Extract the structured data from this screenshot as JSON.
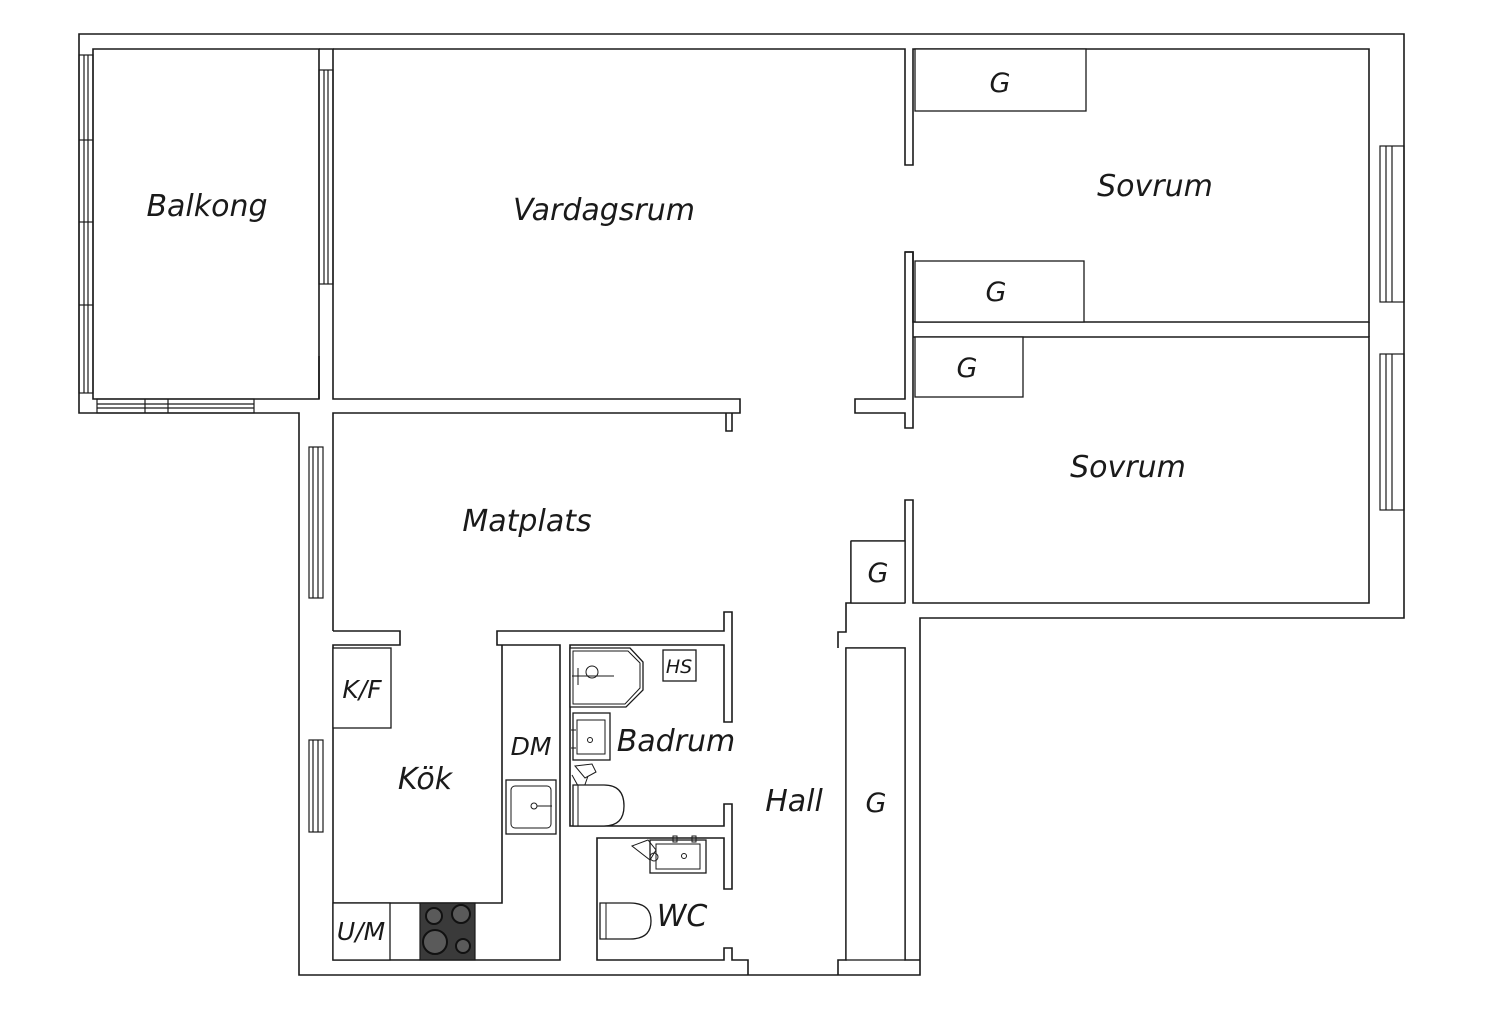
{
  "rooms": {
    "balkong": "Balkong",
    "vardagsrum": "Vardagsrum",
    "sovrum_1": "Sovrum",
    "sovrum_2": "Sovrum",
    "matplats": "Matplats",
    "kok": "Kök",
    "badrum": "Badrum",
    "wc": "WC",
    "hall": "Hall"
  },
  "fixtures": {
    "wardrobe_sovrum1_top": "G",
    "wardrobe_sovrum1_bottom": "G",
    "wardrobe_sovrum2": "G",
    "wardrobe_hall_small": "G",
    "wardrobe_hall_tall": "G",
    "fridge_freezer": "K/F",
    "dishwasher": "DM",
    "oven_microwave": "U/M",
    "water_heater": "HS"
  },
  "colors": {
    "wall": "#1a1a1a",
    "background": "#ffffff",
    "stove": "#3a3a3a"
  }
}
